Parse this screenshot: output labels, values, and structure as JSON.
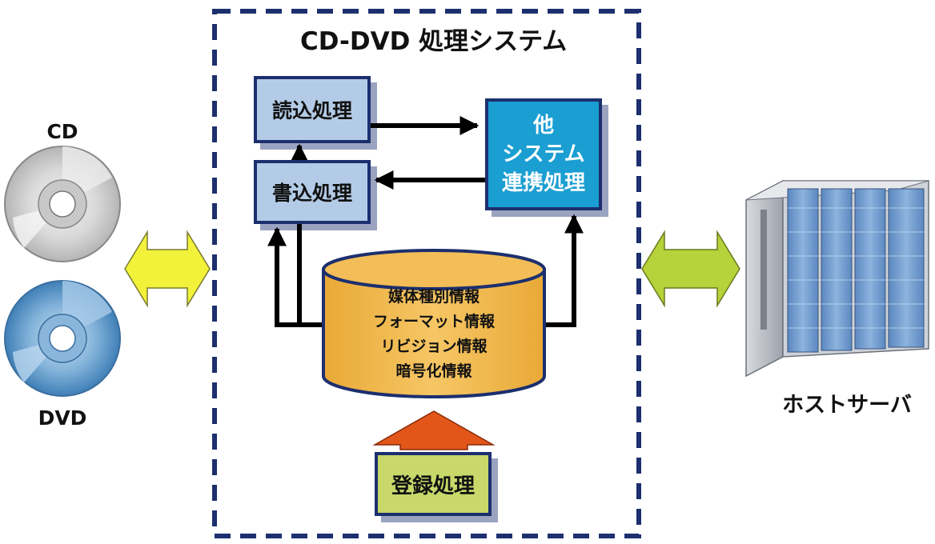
{
  "title": "CD-DVD 処理システム",
  "media": {
    "cd_label": "CD",
    "dvd_label": "DVD"
  },
  "server": {
    "label": "ホストサーバ"
  },
  "boxes": {
    "read": "読込処理",
    "write": "書込処理",
    "other_line1": "他",
    "other_line2": "システム",
    "other_line3": "連携処理",
    "register": "登録処理"
  },
  "database": {
    "lines": [
      "媒体種別情報",
      "フォーマット情報",
      "リビジョン情報",
      "暗号化情報"
    ]
  },
  "colors": {
    "border_navy": "#1c2f6e",
    "process_box": "#b3cbe6",
    "other_box": "#1b9ed2",
    "register_box": "#c8d86a",
    "database": "#f0b84e",
    "arrow_left": "#f2f23a",
    "arrow_right": "#b7d23a",
    "arrow_register": "#e2561a"
  },
  "icons": {
    "cd": "cd-disc-icon",
    "dvd": "dvd-disc-icon",
    "server": "server-rack-icon"
  }
}
